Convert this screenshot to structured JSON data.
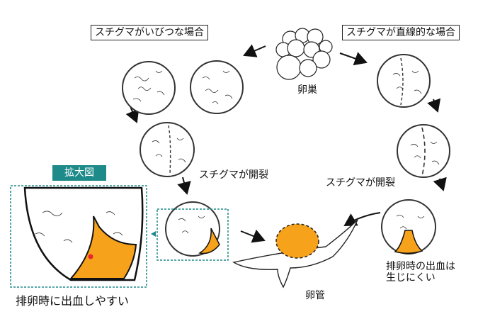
{
  "labels": {
    "irregular_case": "スチグマがいびつな場合",
    "linear_case": "スチグマが直線的な場合",
    "ovary": "卵巣",
    "stigma_open_left": "スチグマが開裂",
    "stigma_open_right": "スチグマが開裂",
    "enlarged_view": "拡大図",
    "oviduct": "卵管",
    "bleed_hard_line1": "排卵時の出血は",
    "bleed_hard_line2": "生じにくい",
    "bleed_easy": "排卵時に出血しやすい"
  },
  "colors": {
    "follicle_orange": "#F7A21B",
    "accent_teal": "#1F8A8A",
    "bleed_point": "#E8262C",
    "line": "#111111"
  }
}
